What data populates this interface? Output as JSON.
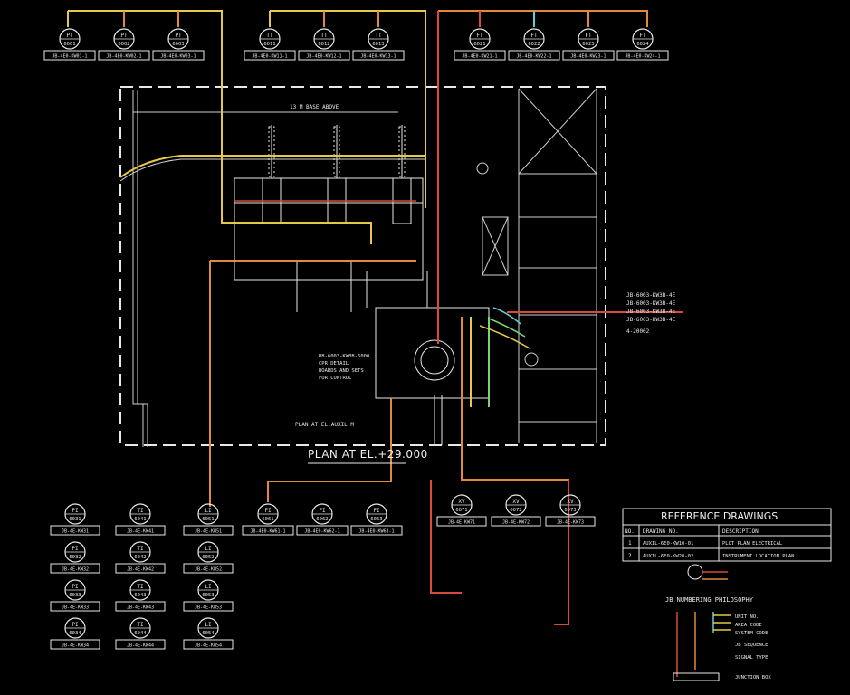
{
  "drawing": {
    "plan_title": "PLAN AT EL.+29.000",
    "inner_plan_label": "PLAN AT EL.AUXIL M",
    "top_strip_label": "13 M BASE ABOVE",
    "right_annotation": [
      "JB-6003-KW3B-4E",
      "JB-6003-KW3B-4E",
      "JB-6003-KW3B-4E",
      "JB-6003-KW3B-4E"
    ],
    "right_annotation_tail": "4-20002",
    "center_note": [
      "RB-6003-KW3B-6000",
      "CPR DETAIL",
      "BOARDS AND SETS",
      "FOR CONTROL"
    ]
  },
  "instruments": {
    "top_left": [
      {
        "tag": "PT",
        "num": "6001",
        "label": "JB-4E0-KW01-1"
      },
      {
        "tag": "PT",
        "num": "6002",
        "label": "JB-4E0-KW02-1"
      },
      {
        "tag": "PT",
        "num": "6003",
        "label": "JB-4E0-KW03-1"
      }
    ],
    "top_mid": [
      {
        "tag": "TT",
        "num": "6011",
        "label": "JB-4E0-KW11-1"
      },
      {
        "tag": "TT",
        "num": "6012",
        "label": "JB-4E0-KW12-1"
      },
      {
        "tag": "TT",
        "num": "6013",
        "label": "JB-4E0-KW13-1"
      }
    ],
    "top_right": [
      {
        "tag": "FT",
        "num": "6021",
        "label": "JB-4E0-KW21-1"
      },
      {
        "tag": "FT",
        "num": "6022",
        "label": "JB-4E0-KW22-1"
      },
      {
        "tag": "FT",
        "num": "6023",
        "label": "JB-4E0-KW23-1"
      },
      {
        "tag": "FT",
        "num": "6024",
        "label": "JB-4E0-KW24-1"
      }
    ],
    "bottom_left_col1": [
      {
        "tag": "PI",
        "num": "6031",
        "label": "JB-4E-KW31"
      },
      {
        "tag": "PI",
        "num": "6032",
        "label": "JB-4E-KW32"
      },
      {
        "tag": "PI",
        "num": "6033",
        "label": "JB-4E-KW33"
      },
      {
        "tag": "PI",
        "num": "6034",
        "label": "JB-4E-KW34"
      }
    ],
    "bottom_left_col2": [
      {
        "tag": "TI",
        "num": "6041",
        "label": "JB-4E-KW41"
      },
      {
        "tag": "TI",
        "num": "6042",
        "label": "JB-4E-KW42"
      },
      {
        "tag": "TI",
        "num": "6043",
        "label": "JB-4E-KW43"
      },
      {
        "tag": "TI",
        "num": "6044",
        "label": "JB-4E-KW44"
      }
    ],
    "bottom_left_col3": [
      {
        "tag": "LI",
        "num": "6051",
        "label": "JB-4E-KW51"
      },
      {
        "tag": "LI",
        "num": "6052",
        "label": "JB-4E-KW52"
      },
      {
        "tag": "LI",
        "num": "6053",
        "label": "JB-4E-KW53"
      },
      {
        "tag": "LI",
        "num": "6054",
        "label": "JB-4E-KW54"
      }
    ],
    "bottom_mid": [
      {
        "tag": "FI",
        "num": "6061",
        "label": "JB-4E0-KW61-1"
      },
      {
        "tag": "FI",
        "num": "6062",
        "label": "JB-4E0-KW62-1"
      },
      {
        "tag": "FI",
        "num": "6063",
        "label": "JB-4E0-KW63-1"
      }
    ],
    "bottom_center": [
      {
        "tag": "XV",
        "num": "6071",
        "label": "JB-4E-KW71"
      },
      {
        "tag": "XV",
        "num": "6072",
        "label": "JB-4E-KW72"
      },
      {
        "tag": "XV",
        "num": "6073",
        "label": "JB-4E-KW73"
      }
    ]
  },
  "reference": {
    "title": "REFERENCE DRAWINGS",
    "headers": [
      "NO.",
      "DRAWING NO.",
      "DESCRIPTION"
    ],
    "rows": [
      [
        "1",
        "AUXIL-6E0-KW10-01",
        "PLOT PLAN ELECTRICAL"
      ],
      [
        "2",
        "AUXIL-6E0-KW20-02",
        "INSTRUMENT LOCATION PLAN"
      ]
    ],
    "legend_title": "JB NUMBERING PHILOSOPHY",
    "legend_items": [
      "UNIT NO.",
      "AREA CODE",
      "SYSTEM CODE",
      "JB SEQUENCE",
      "SIGNAL TYPE",
      "JUNCTION BOX"
    ]
  },
  "colors": {
    "yellow": "#e6c84a",
    "orange": "#e08a3a",
    "red": "#d84a3a",
    "cyan": "#5fd0d8",
    "green": "#7ad37a",
    "white": "#e8e8e8"
  }
}
